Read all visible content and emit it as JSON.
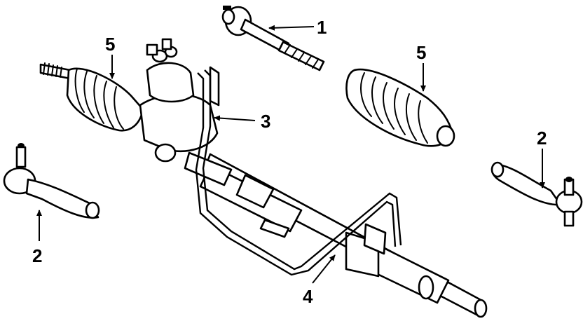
{
  "diagram": {
    "type": "exploded-parts-diagram",
    "callouts": [
      {
        "id": "c1",
        "label": "1"
      },
      {
        "id": "c2a",
        "label": "2"
      },
      {
        "id": "c2b",
        "label": "2"
      },
      {
        "id": "c3",
        "label": "3"
      },
      {
        "id": "c4",
        "label": "4"
      },
      {
        "id": "c5a",
        "label": "5"
      },
      {
        "id": "c5b",
        "label": "5"
      }
    ]
  }
}
